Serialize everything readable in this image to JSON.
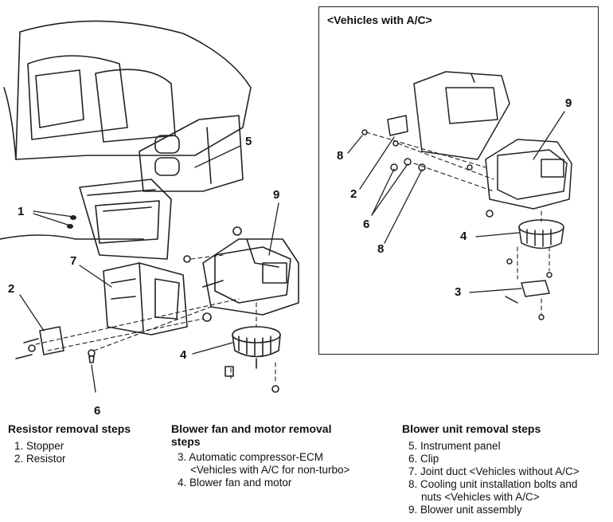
{
  "inset": {
    "title": "<Vehicles with A/C>"
  },
  "callouts": {
    "main": [
      "1",
      "2",
      "7",
      "5",
      "9",
      "4",
      "6"
    ],
    "inset": [
      "9",
      "8",
      "2",
      "6",
      "8",
      "4",
      "3"
    ]
  },
  "steps": {
    "resistor": {
      "title": "Resistor removal steps",
      "items": [
        "1. Stopper",
        "2. Resistor"
      ]
    },
    "blower_fan": {
      "title_line1": "Blower fan and motor removal",
      "title_line2": "steps",
      "items": [
        "3. Automatic compressor-ECM",
        "<Vehicles with A/C for non-turbo>",
        "4. Blower fan and motor"
      ]
    },
    "blower_unit": {
      "title": "Blower unit removal steps",
      "items": [
        "5. Instrument panel",
        "6. Clip",
        "7. Joint duct <Vehicles without A/C>",
        "8. Cooling unit installation bolts and",
        "nuts <Vehicles with A/C>",
        "9. Blower unit assembly"
      ]
    }
  }
}
